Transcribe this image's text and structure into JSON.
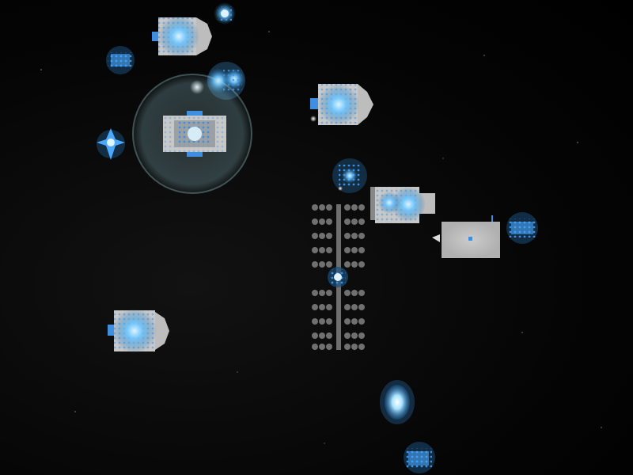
{
  "scene": {
    "background_color": "#000000",
    "ship_glow_color": "#4fb6ff",
    "hull_color": "#c8c8c8",
    "shield_color": "#9fd0d8",
    "entities": [
      {
        "id": "player-ship",
        "kind": "player-ship",
        "shielded": true
      },
      {
        "id": "ship-capital-1",
        "kind": "capital-ship"
      },
      {
        "id": "ship-capital-2",
        "kind": "capital-ship"
      },
      {
        "id": "ship-capital-3",
        "kind": "capital-ship"
      },
      {
        "id": "ship-capital-4",
        "kind": "capital-ship"
      },
      {
        "id": "ship-drone-1",
        "kind": "drone"
      },
      {
        "id": "ship-drone-2",
        "kind": "drone"
      },
      {
        "id": "ship-drone-3",
        "kind": "drone"
      },
      {
        "id": "ship-drone-4",
        "kind": "drone"
      },
      {
        "id": "ship-drone-5",
        "kind": "drone"
      },
      {
        "id": "ship-fighter",
        "kind": "fighter"
      },
      {
        "id": "space-station",
        "kind": "station"
      },
      {
        "id": "cargo-container",
        "kind": "container"
      },
      {
        "id": "energy-orb",
        "kind": "energy-orb"
      }
    ]
  }
}
